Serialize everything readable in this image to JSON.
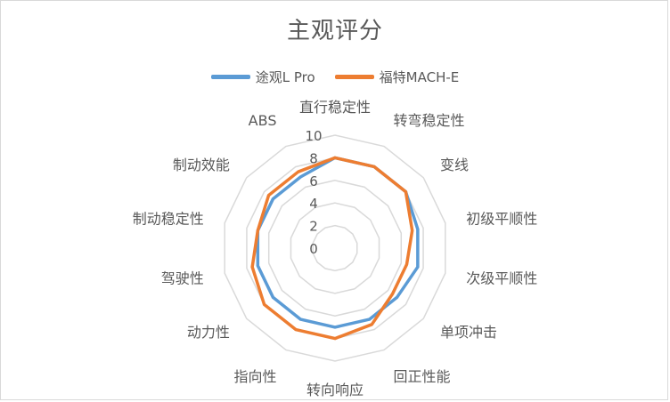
{
  "chart_data": {
    "type": "radar",
    "title": "主观评分",
    "categories": [
      "直行稳定性",
      "转弯稳定性",
      "变线",
      "初级平顺性",
      "次级平顺性",
      "单项冲击",
      "回正性能",
      "转向响应",
      "指向性",
      "动力性",
      "驾驶性",
      "制动稳定性",
      "制动效能",
      "ABS"
    ],
    "rlim": [
      0,
      10
    ],
    "ticks": [
      "0",
      "2",
      "4",
      "6",
      "8",
      "10"
    ],
    "grid": true,
    "legend_position": "top",
    "series": [
      {
        "name": "途观L Pro",
        "color": "#5b9bd5",
        "values": [
          8,
          8,
          8,
          7.5,
          7.5,
          7,
          7,
          7,
          7,
          7,
          7,
          7,
          7,
          7
        ]
      },
      {
        "name": "福特MACH-E",
        "color": "#ed7d31",
        "values": [
          8,
          8,
          8,
          7,
          6.5,
          6.5,
          7.5,
          8,
          8,
          8,
          7.5,
          7,
          7.5,
          7.5
        ]
      }
    ]
  }
}
